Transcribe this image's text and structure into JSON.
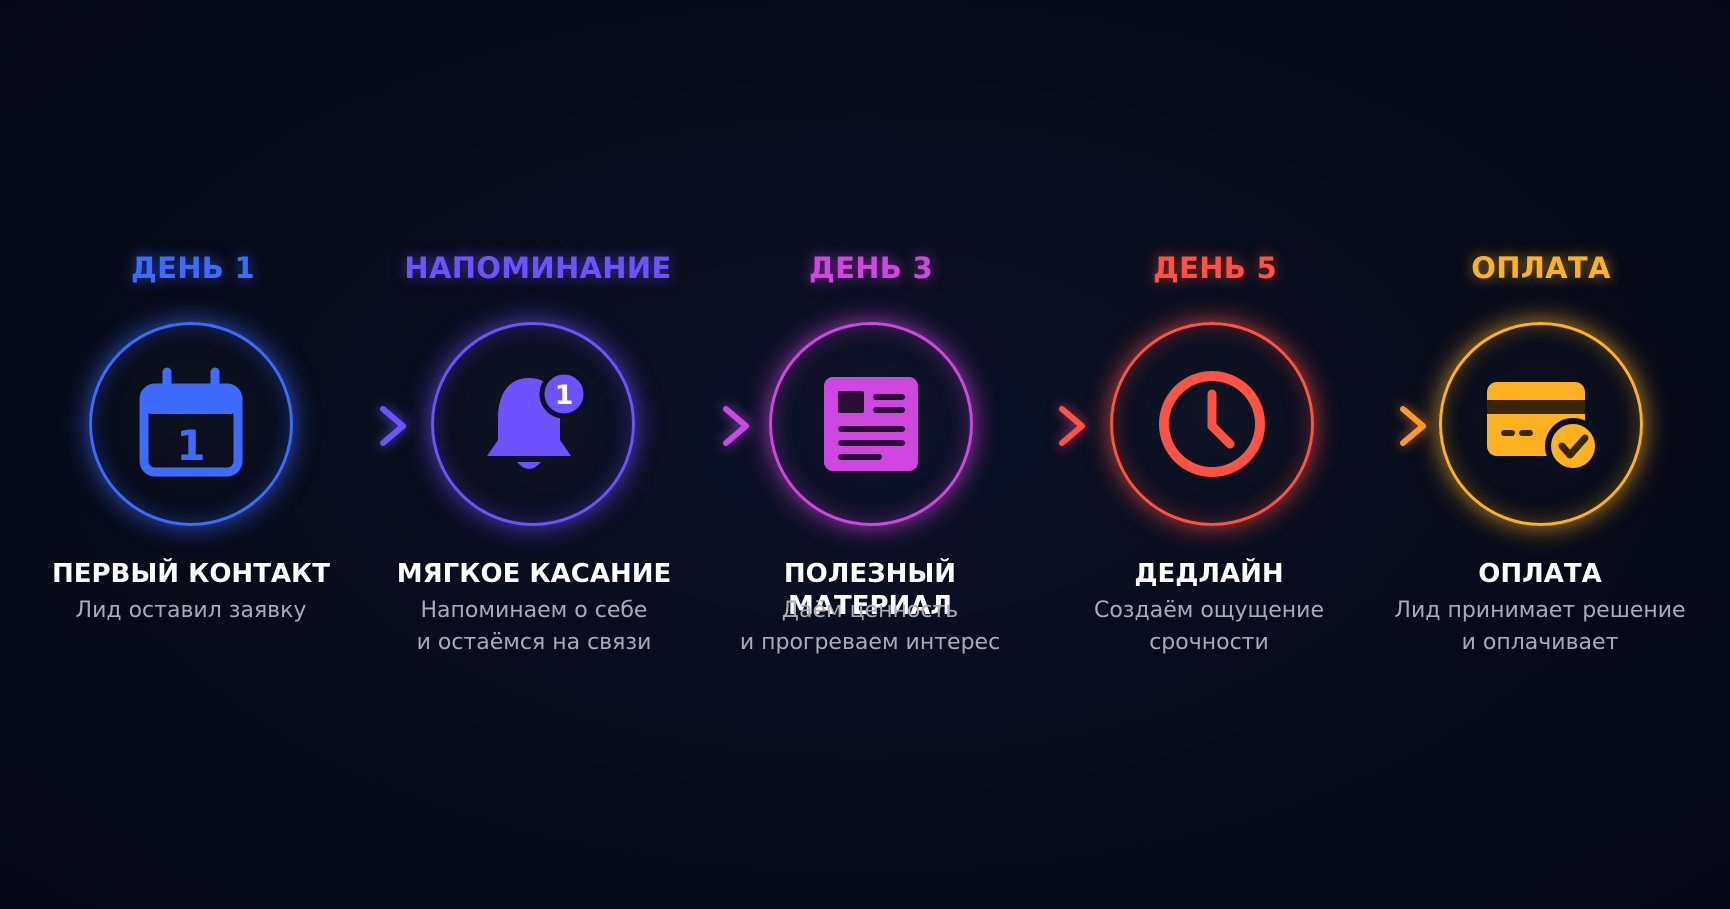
{
  "colors": {
    "blue": "#3d6bff",
    "indigo": "#6e52ff",
    "magenta": "#cf47e0",
    "red": "#ff5240",
    "amber": "#ffb21f",
    "label": "#ffffff",
    "description": "#a9acb7",
    "background": "#060a18"
  },
  "steps": [
    {
      "title": "ДЕНЬ 1",
      "icon": "calendar-icon",
      "icon_text": "1",
      "label": "ПЕРВЫЙ КОНТАКТ",
      "description_lines": [
        "Лид оставил заявку"
      ]
    },
    {
      "title": "НАПОМИНАНИЕ",
      "icon": "bell-icon",
      "icon_text": "1",
      "label": "МЯГКОЕ КАСАНИЕ",
      "description_lines": [
        "Напоминаем о себе",
        "и остаёмся на связи"
      ]
    },
    {
      "title": "ДЕНЬ 3",
      "icon": "document-icon",
      "label": "ПОЛЕЗНЫЙ МАТЕРИАЛ",
      "description_lines": [
        "Даём ценность",
        "и прогреваем интерес"
      ]
    },
    {
      "title": "ДЕНЬ 5",
      "icon": "clock-icon",
      "label": "ДЕДЛАЙН",
      "description_lines": [
        "Создаём ощущение",
        "срочности"
      ]
    },
    {
      "title": "ОПЛАТА",
      "icon": "credit-card-check-icon",
      "label": "ОПЛАТА",
      "description_lines": [
        "Лид принимает решение",
        "и оплачивает"
      ]
    }
  ]
}
